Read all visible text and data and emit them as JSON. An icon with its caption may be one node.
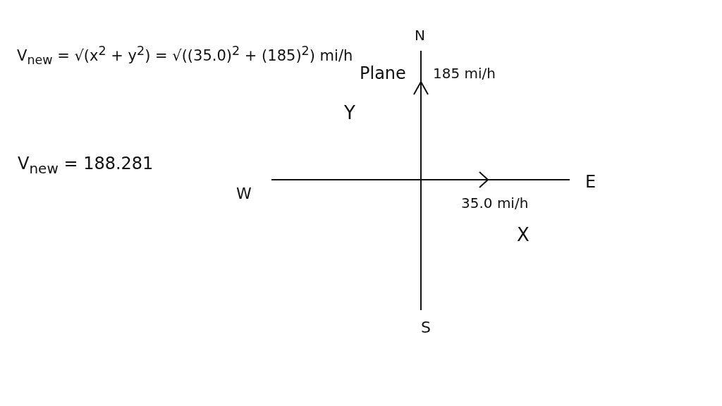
{
  "diagram": {
    "labels": [
      "V$_{new}$ = √(x$^{2}$ + y$^{2}$) = √((35.0)$^{2}$ + (185)$^{2}$) mi/h",
      "V$_{new}$ = 188.281",
      "N",
      "Plane",
      "185 mi/h",
      "Y",
      "W",
      "E",
      "35.0 mi/h",
      "X",
      "S"
    ]
  }
}
